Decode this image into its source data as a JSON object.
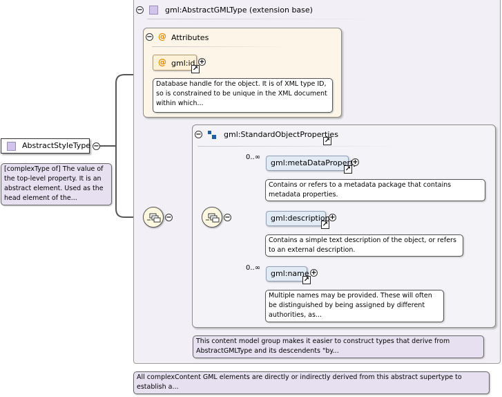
{
  "extension": {
    "title": "gml:AbstractGMLType (extension base)"
  },
  "attributes": {
    "title": "Attributes",
    "id_attr": "gml:id",
    "id_note": "Database handle for the object. It is of XML type ID, so is constrained to be unique in the XML document within which..."
  },
  "root": {
    "name": "AbstractStyleType",
    "note": "[complexType of] The value of the top-level property. It is an abstract element. Used as the head element of the..."
  },
  "group": {
    "title": "gml:StandardObjectProperties",
    "note": "This content model group makes it easier to construct types that derive from AbstractGMLType and its descendents \"by..."
  },
  "elements": [
    {
      "name": "gml:metaDataProperty",
      "cardinality": "0..∞",
      "note": "Contains or refers to a metadata package that contains metadata properties."
    },
    {
      "name": "gml:description",
      "cardinality": "",
      "note": "Contains a simple text description of the object, or refers to an external description."
    },
    {
      "name": "gml:name",
      "cardinality": "0..∞",
      "note": "Multiple names may be provided. These will often be distinguished by being assigned by different authorities, as..."
    }
  ],
  "type_note": "All complexContent GML elements are directly or indirectly derived from this abstract supertype to establish a..."
}
